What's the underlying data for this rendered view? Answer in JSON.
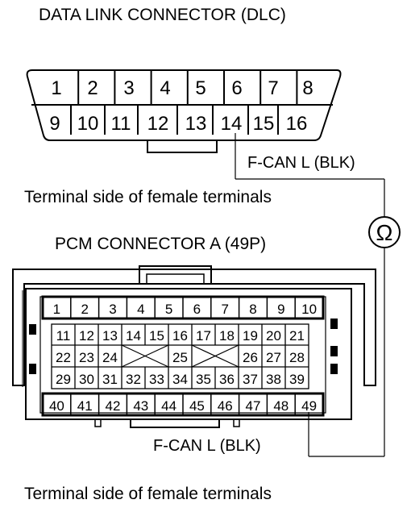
{
  "dlc": {
    "title": "DATA LINK CONNECTOR (DLC)",
    "top_row": [
      "1",
      "2",
      "3",
      "4",
      "5",
      "6",
      "7",
      "8"
    ],
    "bottom_row": [
      "9",
      "10",
      "11",
      "12",
      "13",
      "14",
      "15",
      "16"
    ],
    "caption": "Terminal side of female terminals"
  },
  "pcm": {
    "title": "PCM CONNECTOR A (49P)",
    "row1": [
      "1",
      "2",
      "3",
      "4",
      "5",
      "6",
      "7",
      "8",
      "9",
      "10"
    ],
    "row2": [
      "11",
      "12",
      "13",
      "14",
      "15",
      "16",
      "17",
      "18",
      "19",
      "20",
      "21"
    ],
    "row3": [
      "22",
      "23",
      "24",
      "",
      "25",
      "",
      "26",
      "27",
      "28"
    ],
    "row4": [
      "29",
      "30",
      "31",
      "32",
      "33",
      "34",
      "35",
      "36",
      "37",
      "38",
      "39"
    ],
    "row5": [
      "40",
      "41",
      "42",
      "43",
      "44",
      "45",
      "46",
      "47",
      "48",
      "49"
    ],
    "caption": "Terminal side of female terminals"
  },
  "wiring": {
    "dlc_wire_label": "F-CAN L (BLK)",
    "pcm_wire_label": "F-CAN L (BLK)",
    "meter_symbol": "Ω"
  }
}
